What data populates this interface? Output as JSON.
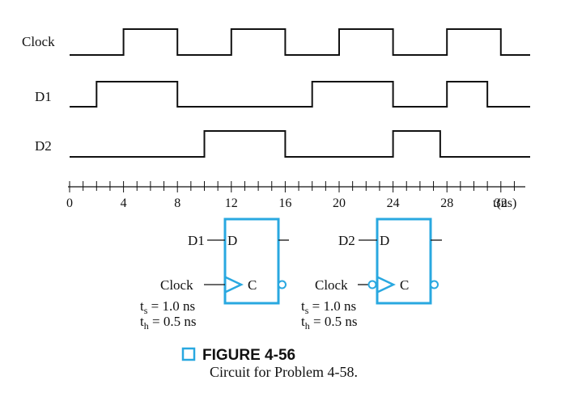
{
  "signals": {
    "clock": "Clock",
    "d1": "D1",
    "d2": "D2"
  },
  "waveforms": {
    "t_min": 0,
    "t_max": 34,
    "clock": [
      [
        0,
        0
      ],
      [
        4,
        1
      ],
      [
        8,
        0
      ],
      [
        12,
        1
      ],
      [
        16,
        0
      ],
      [
        20,
        1
      ],
      [
        24,
        0
      ],
      [
        28,
        1
      ],
      [
        32,
        0
      ]
    ],
    "d1": [
      [
        0,
        0
      ],
      [
        2,
        1
      ],
      [
        8,
        0
      ],
      [
        18,
        1
      ],
      [
        24,
        0
      ],
      [
        28,
        1
      ],
      [
        31,
        0
      ]
    ],
    "d2": [
      [
        0,
        0
      ],
      [
        10,
        1
      ],
      [
        16,
        0
      ],
      [
        24,
        1
      ],
      [
        27.5,
        0
      ]
    ]
  },
  "axis": {
    "tick_labels": [
      "0",
      "4",
      "8",
      "12",
      "16",
      "20",
      "24",
      "28",
      "32"
    ],
    "tick_values": [
      0,
      4,
      8,
      12,
      16,
      20,
      24,
      28,
      32
    ],
    "unit_label": "t(ns)",
    "minor_step": 1
  },
  "flipflop1": {
    "d_input": "D1",
    "d_pin": "D",
    "clock_input": "Clock",
    "c_pin": "C",
    "ts_value": " = 1.0 ns",
    "th_value": " = 0.5 ns"
  },
  "flipflop2": {
    "d_input": "D2",
    "d_pin": "D",
    "clock_input": "Clock",
    "c_pin": "C",
    "ts_value": " = 1.0 ns",
    "th_value": " = 0.5 ns"
  },
  "timing_params": {
    "t": "t",
    "s": "s",
    "h": "h"
  },
  "caption": {
    "title": "FIGURE 4-56",
    "text": "Circuit for Problem 4-58."
  },
  "colors": {
    "accent": "#29a8e0",
    "ink": "#111111"
  }
}
